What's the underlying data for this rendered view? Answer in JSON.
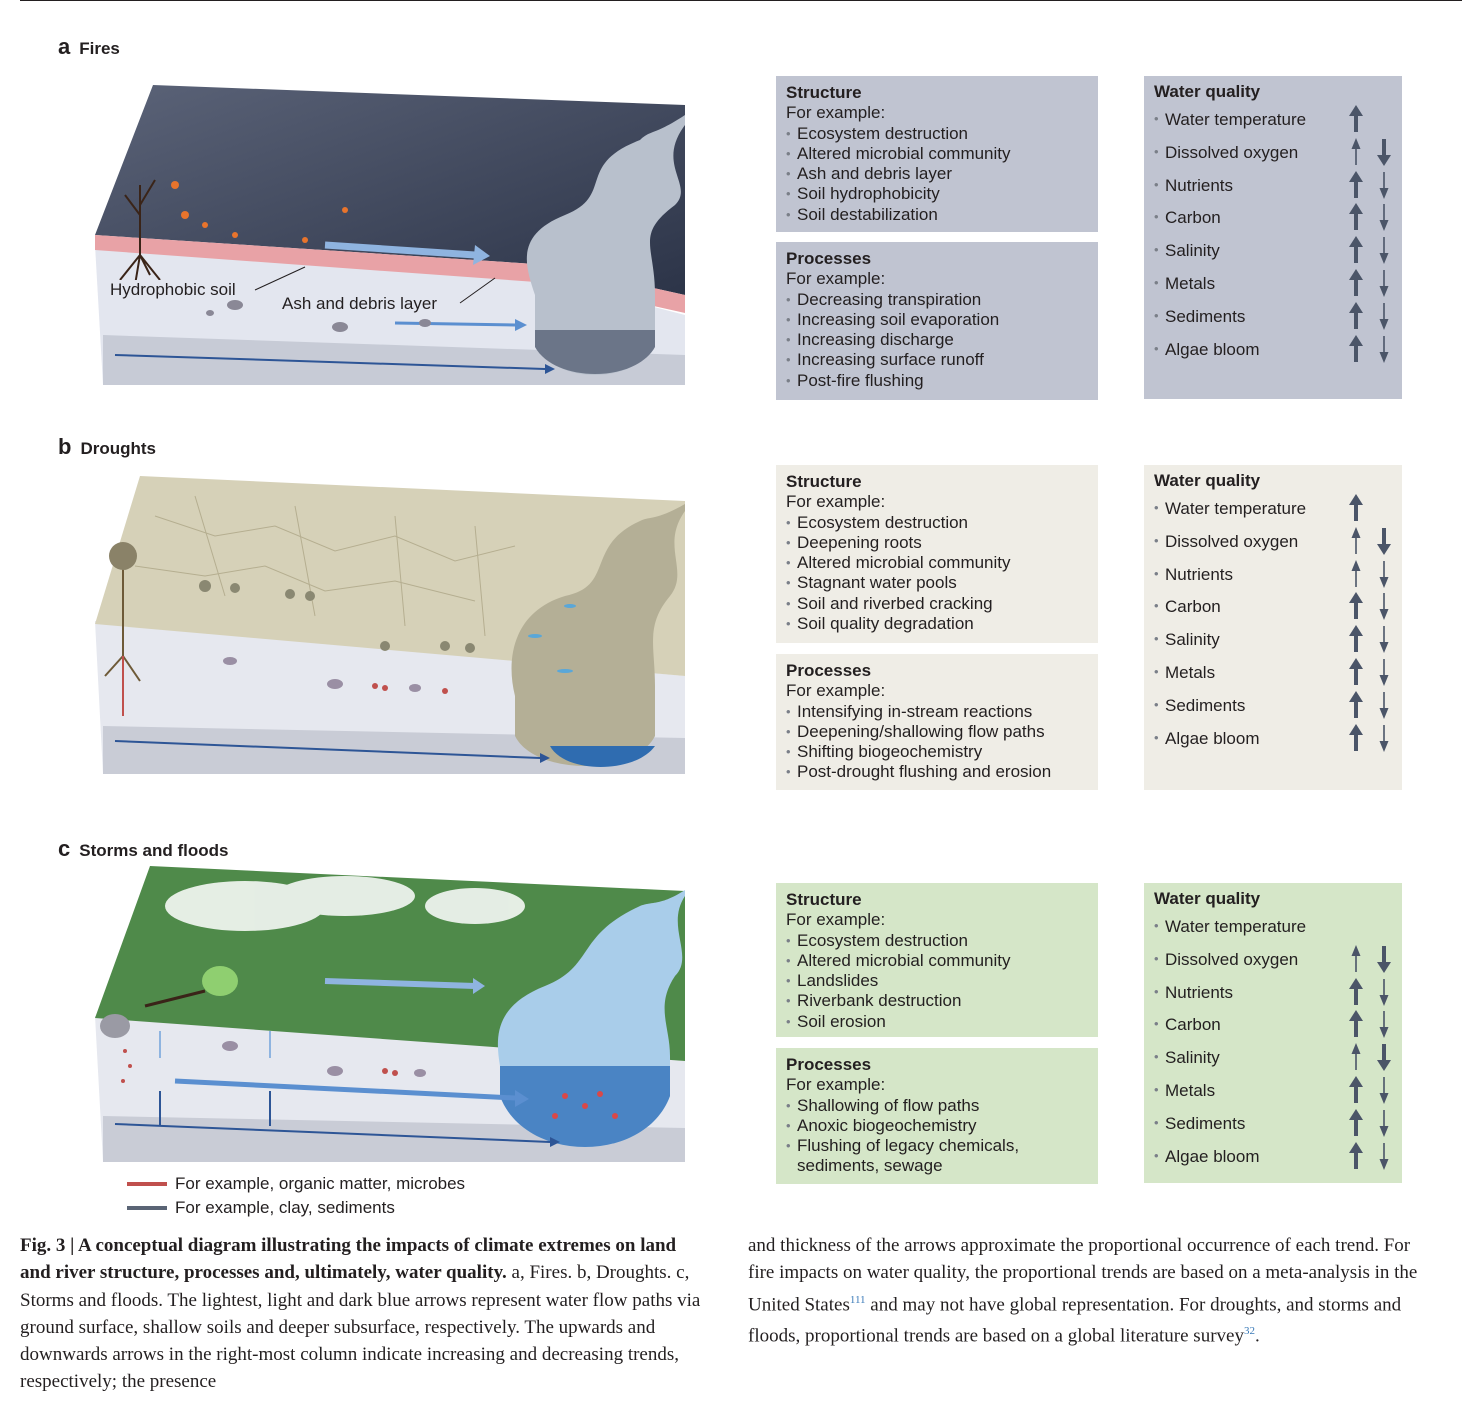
{
  "colors": {
    "fires_box": "#c0c4d1",
    "droughts_box": "#efede6",
    "storms_box": "#d5e6c8",
    "arrow": "#4b5568",
    "organic": "#c0504d",
    "clay": "#5a6475"
  },
  "panels": [
    {
      "letter": "a",
      "title": "Fires",
      "labels": {
        "hydrophobic": "Hydrophobic soil",
        "ash": "Ash and debris layer"
      },
      "structure": {
        "heading": "Structure",
        "intro": "For example:",
        "items": [
          "Ecosystem destruction",
          "Altered microbial community",
          "Ash and debris layer",
          "Soil hydrophobicity",
          "Soil destabilization"
        ]
      },
      "processes": {
        "heading": "Processes",
        "intro": "For example:",
        "items": [
          "Decreasing transpiration",
          "Increasing soil evaporation",
          "Increasing discharge",
          "Increasing surface runoff",
          "Post-fire flushing"
        ]
      },
      "water_quality": {
        "heading": "Water quality",
        "items": [
          {
            "name": "Water temperature",
            "up": "bold",
            "down": "none"
          },
          {
            "name": "Dissolved oxygen",
            "up": "thin",
            "down": "bold"
          },
          {
            "name": "Nutrients",
            "up": "bold",
            "down": "thin"
          },
          {
            "name": "Carbon",
            "up": "bold",
            "down": "thin"
          },
          {
            "name": "Salinity",
            "up": "bold",
            "down": "thin"
          },
          {
            "name": "Metals",
            "up": "bold",
            "down": "thin"
          },
          {
            "name": "Sediments",
            "up": "bold",
            "down": "thin"
          },
          {
            "name": "Algae bloom",
            "up": "bold",
            "down": "thin"
          }
        ]
      }
    },
    {
      "letter": "b",
      "title": "Droughts",
      "structure": {
        "heading": "Structure",
        "intro": "For example:",
        "items": [
          "Ecosystem destruction",
          "Deepening roots",
          "Altered microbial community",
          "Stagnant water pools",
          "Soil and riverbed cracking",
          "Soil quality degradation"
        ]
      },
      "processes": {
        "heading": "Processes",
        "intro": "For example:",
        "items": [
          "Intensifying in-stream reactions",
          "Deepening/shallowing flow paths",
          "Shifting biogeochemistry",
          "Post-drought flushing and erosion"
        ]
      },
      "water_quality": {
        "heading": "Water quality",
        "items": [
          {
            "name": "Water temperature",
            "up": "bold",
            "down": "none"
          },
          {
            "name": "Dissolved oxygen",
            "up": "thin",
            "down": "bold"
          },
          {
            "name": "Nutrients",
            "up": "thin",
            "down": "thin"
          },
          {
            "name": "Carbon",
            "up": "bold",
            "down": "thin"
          },
          {
            "name": "Salinity",
            "up": "bold",
            "down": "thin"
          },
          {
            "name": "Metals",
            "up": "bold",
            "down": "thin"
          },
          {
            "name": "Sediments",
            "up": "bold",
            "down": "thin"
          },
          {
            "name": "Algae bloom",
            "up": "bold",
            "down": "thin"
          }
        ]
      }
    },
    {
      "letter": "c",
      "title": "Storms and floods",
      "structure": {
        "heading": "Structure",
        "intro": "For example:",
        "items": [
          "Ecosystem destruction",
          "Altered microbial community",
          "Landslides",
          "Riverbank destruction",
          "Soil erosion"
        ]
      },
      "processes": {
        "heading": "Processes",
        "intro": "For example:",
        "items": [
          "Shallowing of flow paths",
          "Anoxic biogeochemistry",
          "Flushing of legacy chemicals,\nsediments, sewage"
        ]
      },
      "water_quality": {
        "heading": "Water quality",
        "items": [
          {
            "name": "Water temperature",
            "up": "none",
            "down": "none"
          },
          {
            "name": "Dissolved oxygen",
            "up": "thin",
            "down": "bold"
          },
          {
            "name": "Nutrients",
            "up": "bold",
            "down": "thin"
          },
          {
            "name": "Carbon",
            "up": "bold",
            "down": "thin"
          },
          {
            "name": "Salinity",
            "up": "thin",
            "down": "bold"
          },
          {
            "name": "Metals",
            "up": "bold",
            "down": "thin"
          },
          {
            "name": "Sediments",
            "up": "bold",
            "down": "thin"
          },
          {
            "name": "Algae bloom",
            "up": "bold",
            "down": "thin"
          }
        ]
      }
    }
  ],
  "legend": [
    {
      "text": "For example, organic matter, microbes",
      "color": "#c0504d"
    },
    {
      "text": "For example, clay, sediments",
      "color": "#5a6475"
    }
  ],
  "caption": {
    "fig": "Fig. 3 | A conceptual diagram illustrating the impacts of climate extremes on land and river structure, processes and, ultimately, water quality.",
    "body_left": "a, Fires. b, Droughts. c, Storms and floods. The lightest, light and dark blue arrows represent water flow paths via ground surface, shallow soils and deeper subsurface, respectively. The upwards and downwards arrows in the right-most column indicate increasing and decreasing trends, respectively; the presence",
    "right_1": "and thickness of the arrows approximate the proportional occurrence of each trend. For fire impacts on water quality, the proportional trends are based on a meta-analysis in the United States",
    "ref_1": "111",
    "right_2": " and may not have global representation. For droughts, and storms and floods, proportional trends are based on a global literature survey",
    "ref_2": "32",
    "right_3": "."
  }
}
